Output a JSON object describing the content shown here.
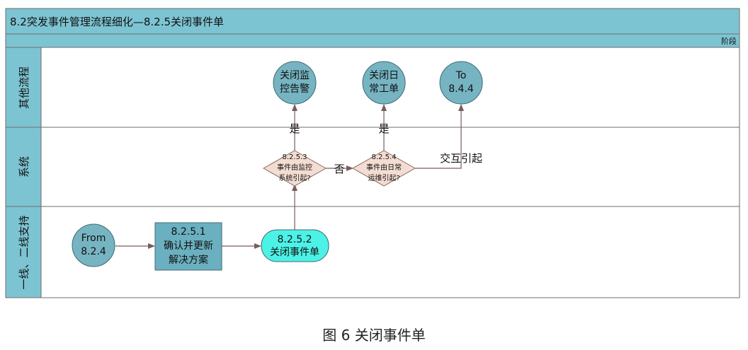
{
  "diagram": {
    "title": "8.2突发事件管理流程细化—8.2.5关闭事件单",
    "phase_label": "阶段",
    "lanes": [
      {
        "id": "other",
        "label": "其他流程"
      },
      {
        "id": "system",
        "label": "系统"
      },
      {
        "id": "support",
        "label": "一线、二线支持"
      }
    ],
    "nodes": {
      "from": [
        "From",
        "8.2.4"
      ],
      "confirm": [
        "8.2.5.1",
        "确认并更新",
        "解决方案"
      ],
      "close_ticket": [
        "8.2.5.2",
        "关闭事件单"
      ],
      "decision_monitor": [
        "8.2.5.3",
        "事件由监控",
        "系统引起?"
      ],
      "decision_daily": [
        "8.2.5.4",
        "事件由日常",
        "运维引起?"
      ],
      "close_alarm": [
        "关闭监",
        "控告警"
      ],
      "close_daily": [
        "关闭日",
        "常工单"
      ],
      "to": [
        "To",
        "8.4.4"
      ]
    },
    "edge_labels": {
      "yes_monitor": "是",
      "no_monitor": "否",
      "yes_daily": "是",
      "interaction": "交互引起"
    },
    "colors": {
      "header": "#7dc4d3",
      "lane_label": "#7dc4d3",
      "circle": "#76b4c2",
      "process": "#6bb0c0",
      "terminal": "#4df2e6",
      "decision": "#f3ddd2",
      "line": "#7a5c5c"
    }
  },
  "caption": "图 6 关闭事件单"
}
